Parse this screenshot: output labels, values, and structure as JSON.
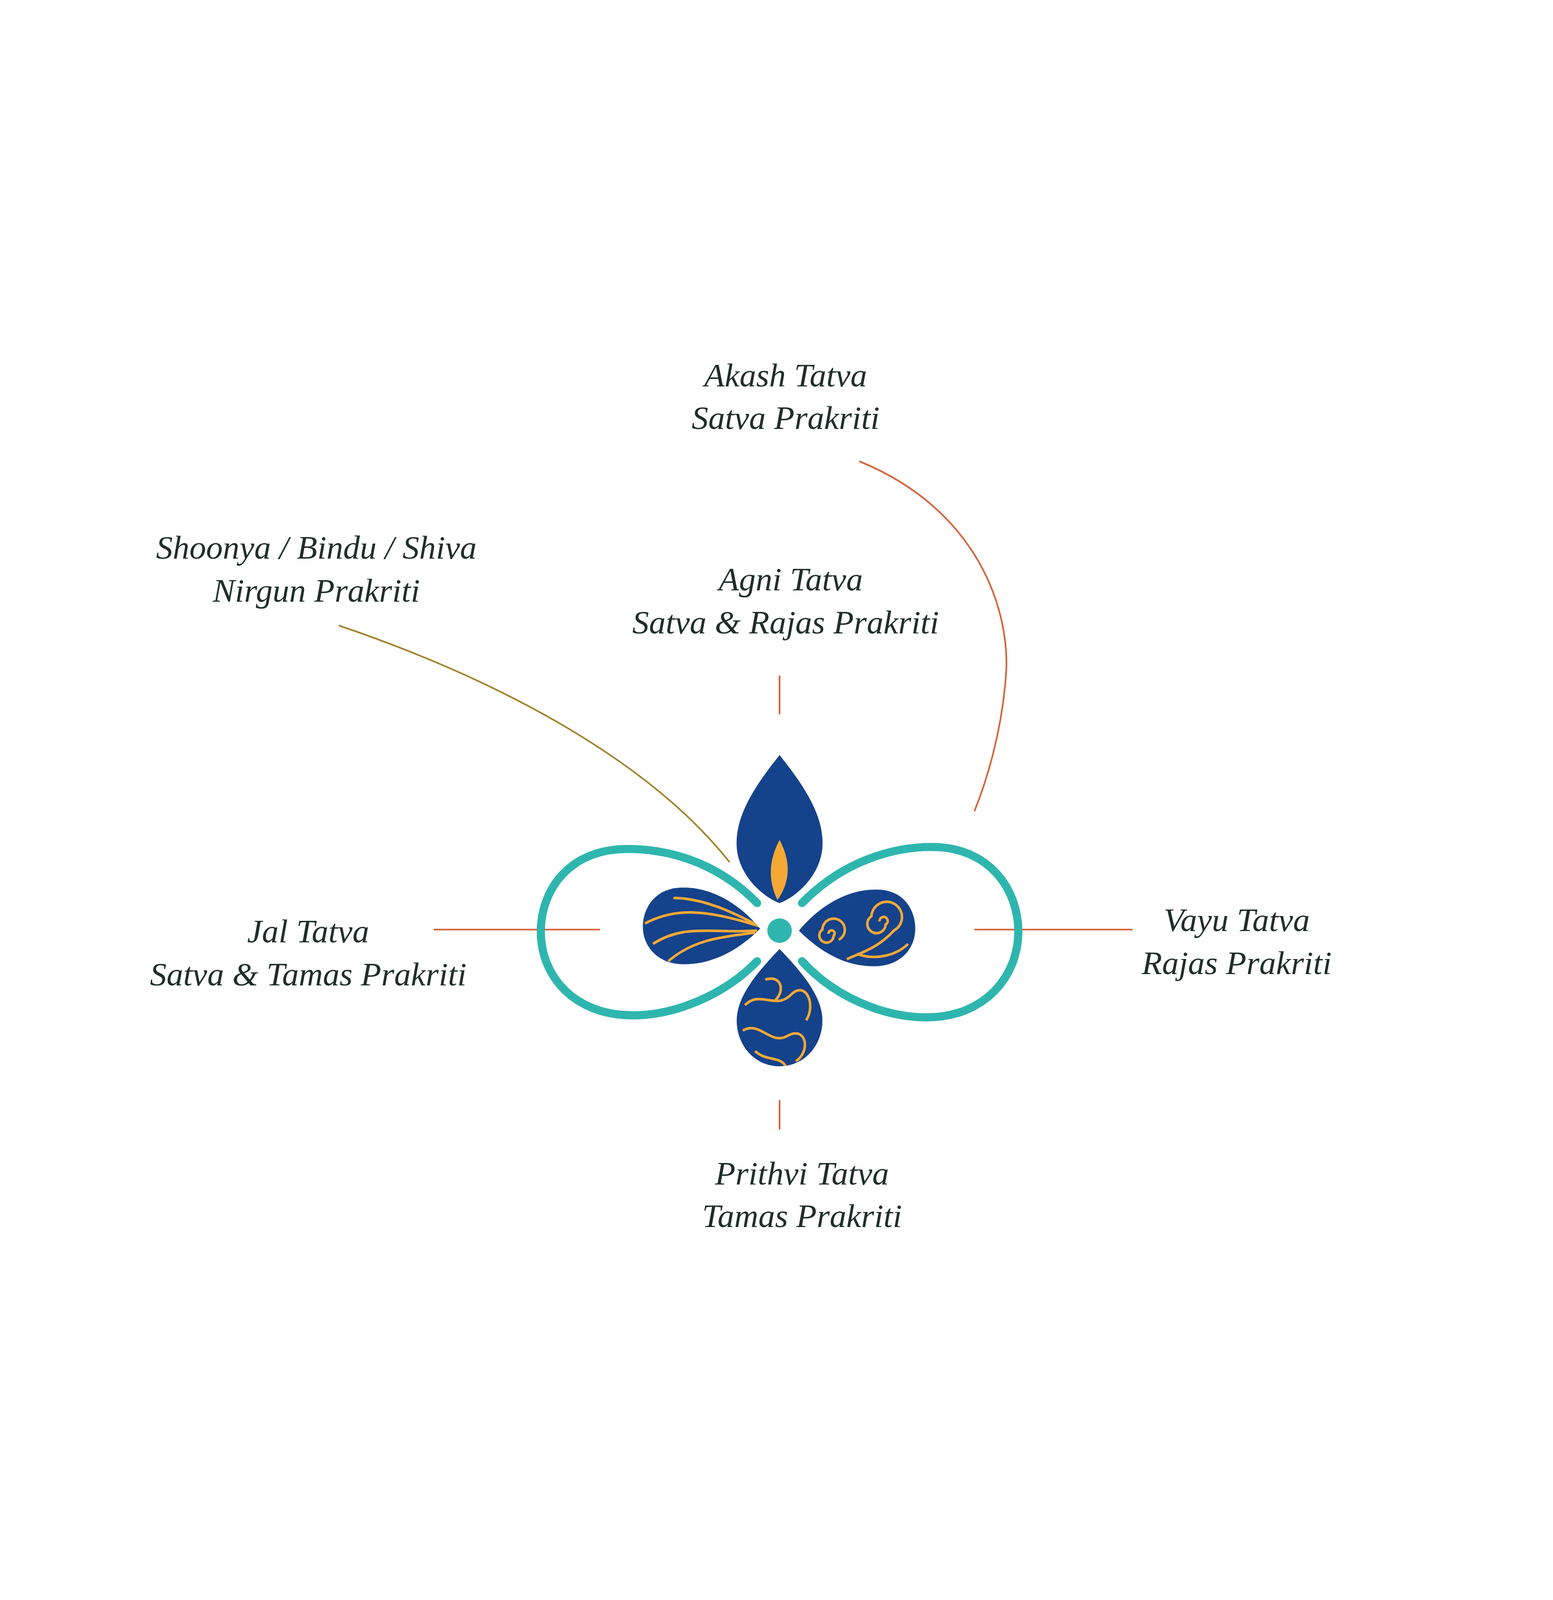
{
  "diagram": {
    "labels": [
      "Akash Tatva",
      "Satva Prakriti",
      "Shoonya / Bindu / Shiva",
      "Nirgun Prakriti",
      "Agni Tatva",
      "Satva & Rajas Prakriti",
      "Jal Tatva",
      "Satva & Tamas Prakriti",
      "Vayu Tatva",
      "Rajas Prakriti",
      "Prithvi Tatva",
      "Tamas Prakriti"
    ]
  }
}
